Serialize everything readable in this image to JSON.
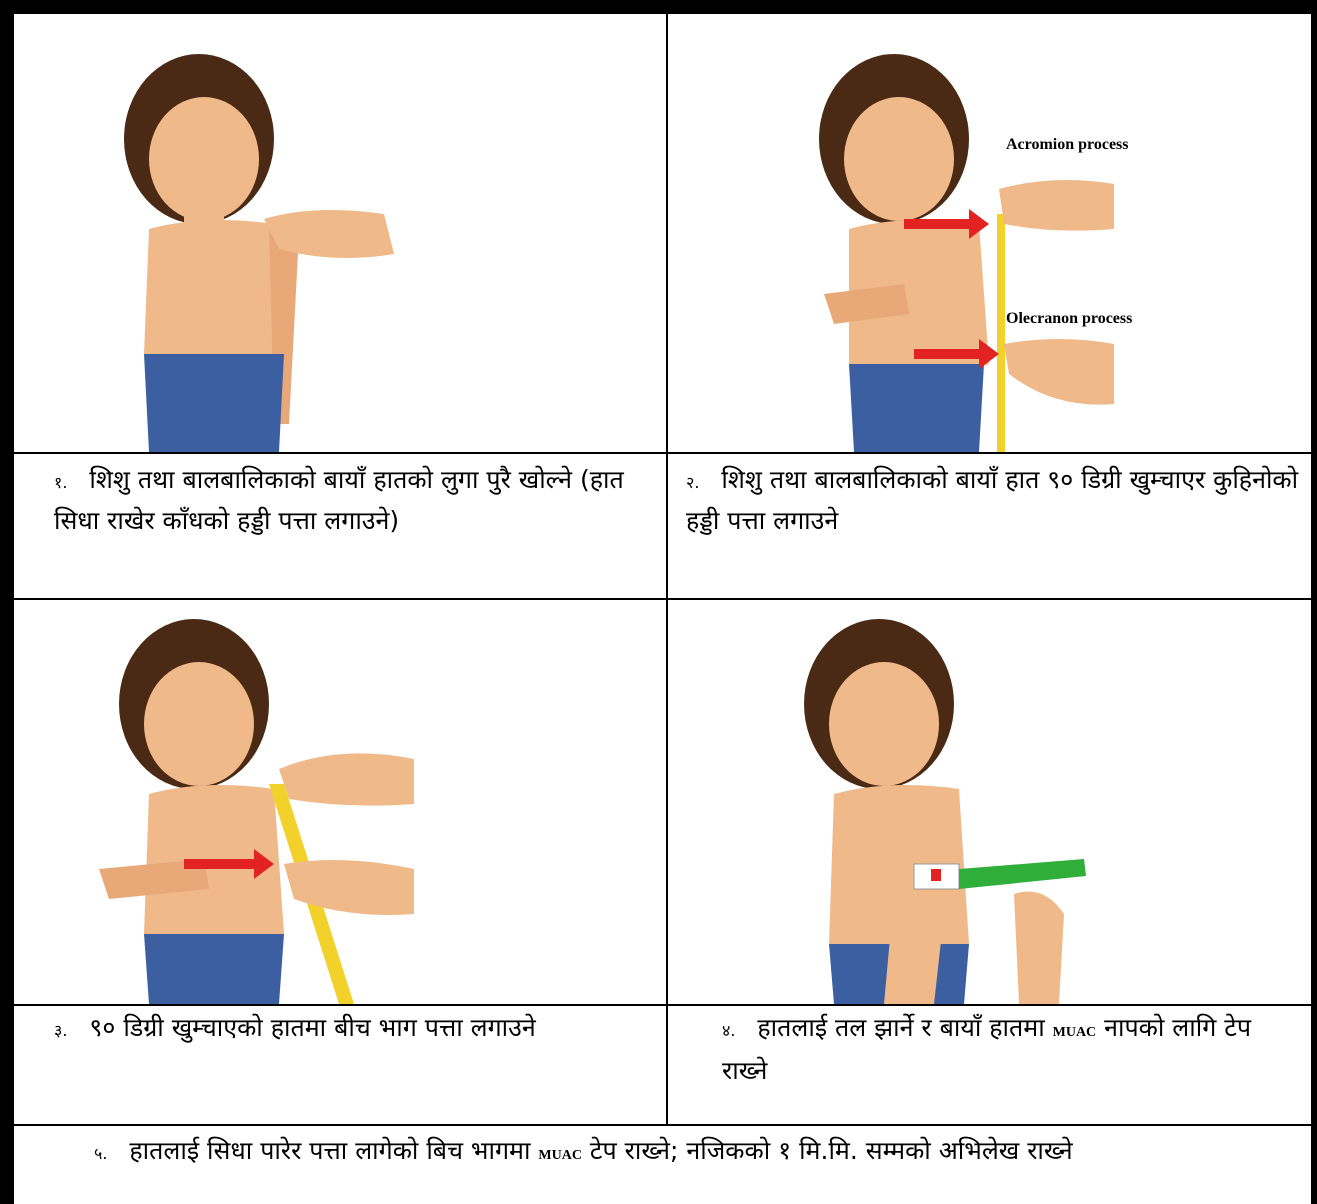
{
  "labels": {
    "acromion": "Acromion process",
    "olecranon": "Olecranon process"
  },
  "steps": [
    {
      "number": "१.",
      "text": "शिशु तथा बालबालिकाको बायाँ हातको लुगा पुरै खोल्ने (हात सिधा राखेर काँधको हड्डी पत्ता लगाउने)"
    },
    {
      "number": "२.",
      "text": "शिशु तथा बालबालिकाको बायाँ हात ९० डिग्री खुम्चाएर कुहिनोको हड्डी पत्ता लगाउने"
    },
    {
      "number": "३.",
      "text": "९० डिग्री खुम्चाएको हातमा बीच भाग पत्ता लगाउने"
    },
    {
      "number": "४.",
      "text_before": "हातलाई तल झार्ने र बायाँ हातमा",
      "muac": "MUAC",
      "text_after": "नापको लागि टेप राख्ने"
    },
    {
      "number": "५.",
      "text_before": "हातलाई सिधा पारेर पत्ता लागेको बिच भागमा",
      "muac": "MUAC",
      "text_after": "टेप राख्ने; नजिकको १ मि.मि. सम्मको अभिलेख राख्ने"
    }
  ],
  "colors": {
    "skin": "#f0b98a",
    "hair": "#4a2a14",
    "shorts": "#3b5fa0",
    "tape": "#f2d22a",
    "arrow": "#e32222",
    "band": "#2fae3a"
  }
}
